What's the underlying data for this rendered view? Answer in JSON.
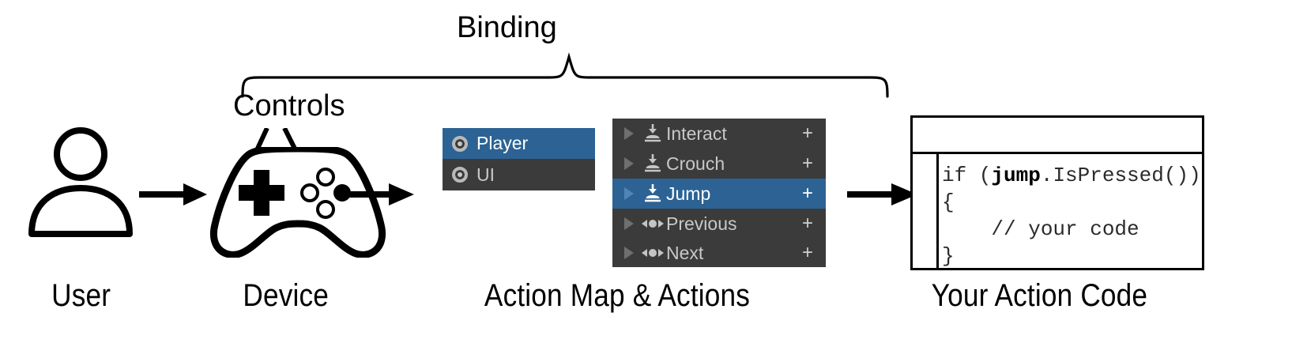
{
  "diagram": {
    "title": "Unity Input System binding flow",
    "accent_blue": "#2c6394",
    "panel_dark": "#3b3b3b",
    "panel_text": "#c8c8c8"
  },
  "annotations": {
    "binding": "Binding",
    "controls": "Controls"
  },
  "captions": [
    {
      "id": "user",
      "text": "User"
    },
    {
      "id": "device",
      "text": "Device"
    },
    {
      "id": "actionmap",
      "text": "Action Map & Actions"
    },
    {
      "id": "code",
      "text": "Your Action Code"
    }
  ],
  "action_maps": {
    "items": [
      {
        "label": "Player",
        "icon": "action-map-icon",
        "selected": true
      },
      {
        "label": "UI",
        "icon": "action-map-icon",
        "selected": false
      }
    ]
  },
  "actions": {
    "plus_label": "+",
    "items": [
      {
        "label": "Interact",
        "icon": "button-control-icon",
        "selected": false
      },
      {
        "label": "Crouch",
        "icon": "button-control-icon",
        "selected": false
      },
      {
        "label": "Jump",
        "icon": "button-control-icon",
        "selected": true
      },
      {
        "label": "Previous",
        "icon": "axis-control-icon",
        "selected": false
      },
      {
        "label": "Next",
        "icon": "axis-control-icon",
        "selected": false
      }
    ]
  },
  "code_window": {
    "lines": [
      {
        "pre": "if (",
        "bold": "jump",
        "post": ".IsPressed())"
      },
      {
        "pre": "{",
        "bold": "",
        "post": ""
      },
      {
        "pre": "    // your code",
        "bold": "",
        "post": ""
      },
      {
        "pre": "}",
        "bold": "",
        "post": ""
      }
    ]
  },
  "icons": {
    "user": "user-icon",
    "gamepad": "gamepad-icon",
    "dpad": "dpad-icon",
    "face_buttons": "face-buttons-icon",
    "arrow": "arrow-right-icon",
    "brace": "curly-brace-icon"
  }
}
